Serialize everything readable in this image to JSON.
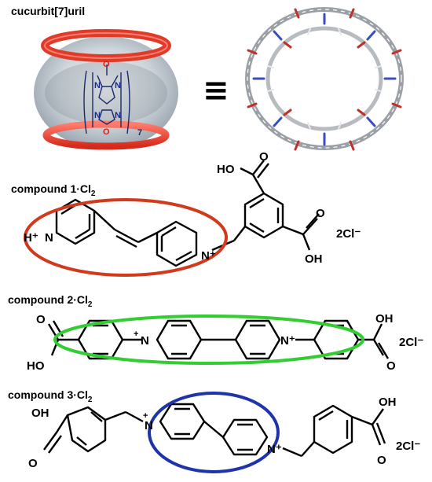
{
  "title": "cucurbit[7]uril",
  "equivalence_symbol": "≡",
  "cb7_repeat_index": "7",
  "compounds": [
    {
      "prefix": "compound ",
      "number": "1",
      "suffix": "·Cl",
      "sub": "2",
      "counterion": "2Cl⁻",
      "ring_color": "#d13a1c"
    },
    {
      "prefix": "compound ",
      "number": "2",
      "suffix": "·Cl",
      "sub": "2",
      "counterion": "2Cl⁻",
      "ring_color": "#33cc33"
    },
    {
      "prefix": "compound ",
      "number": "3",
      "suffix": "·Cl",
      "sub": "2",
      "counterion": "2Cl⁻",
      "ring_color": "#1f33aa"
    }
  ],
  "atoms": {
    "ho": "HO",
    "oh": "OH",
    "o": "O",
    "n_plus": "N⁺",
    "h_plus": "H⁺",
    "n": "N",
    "plus": "+"
  }
}
